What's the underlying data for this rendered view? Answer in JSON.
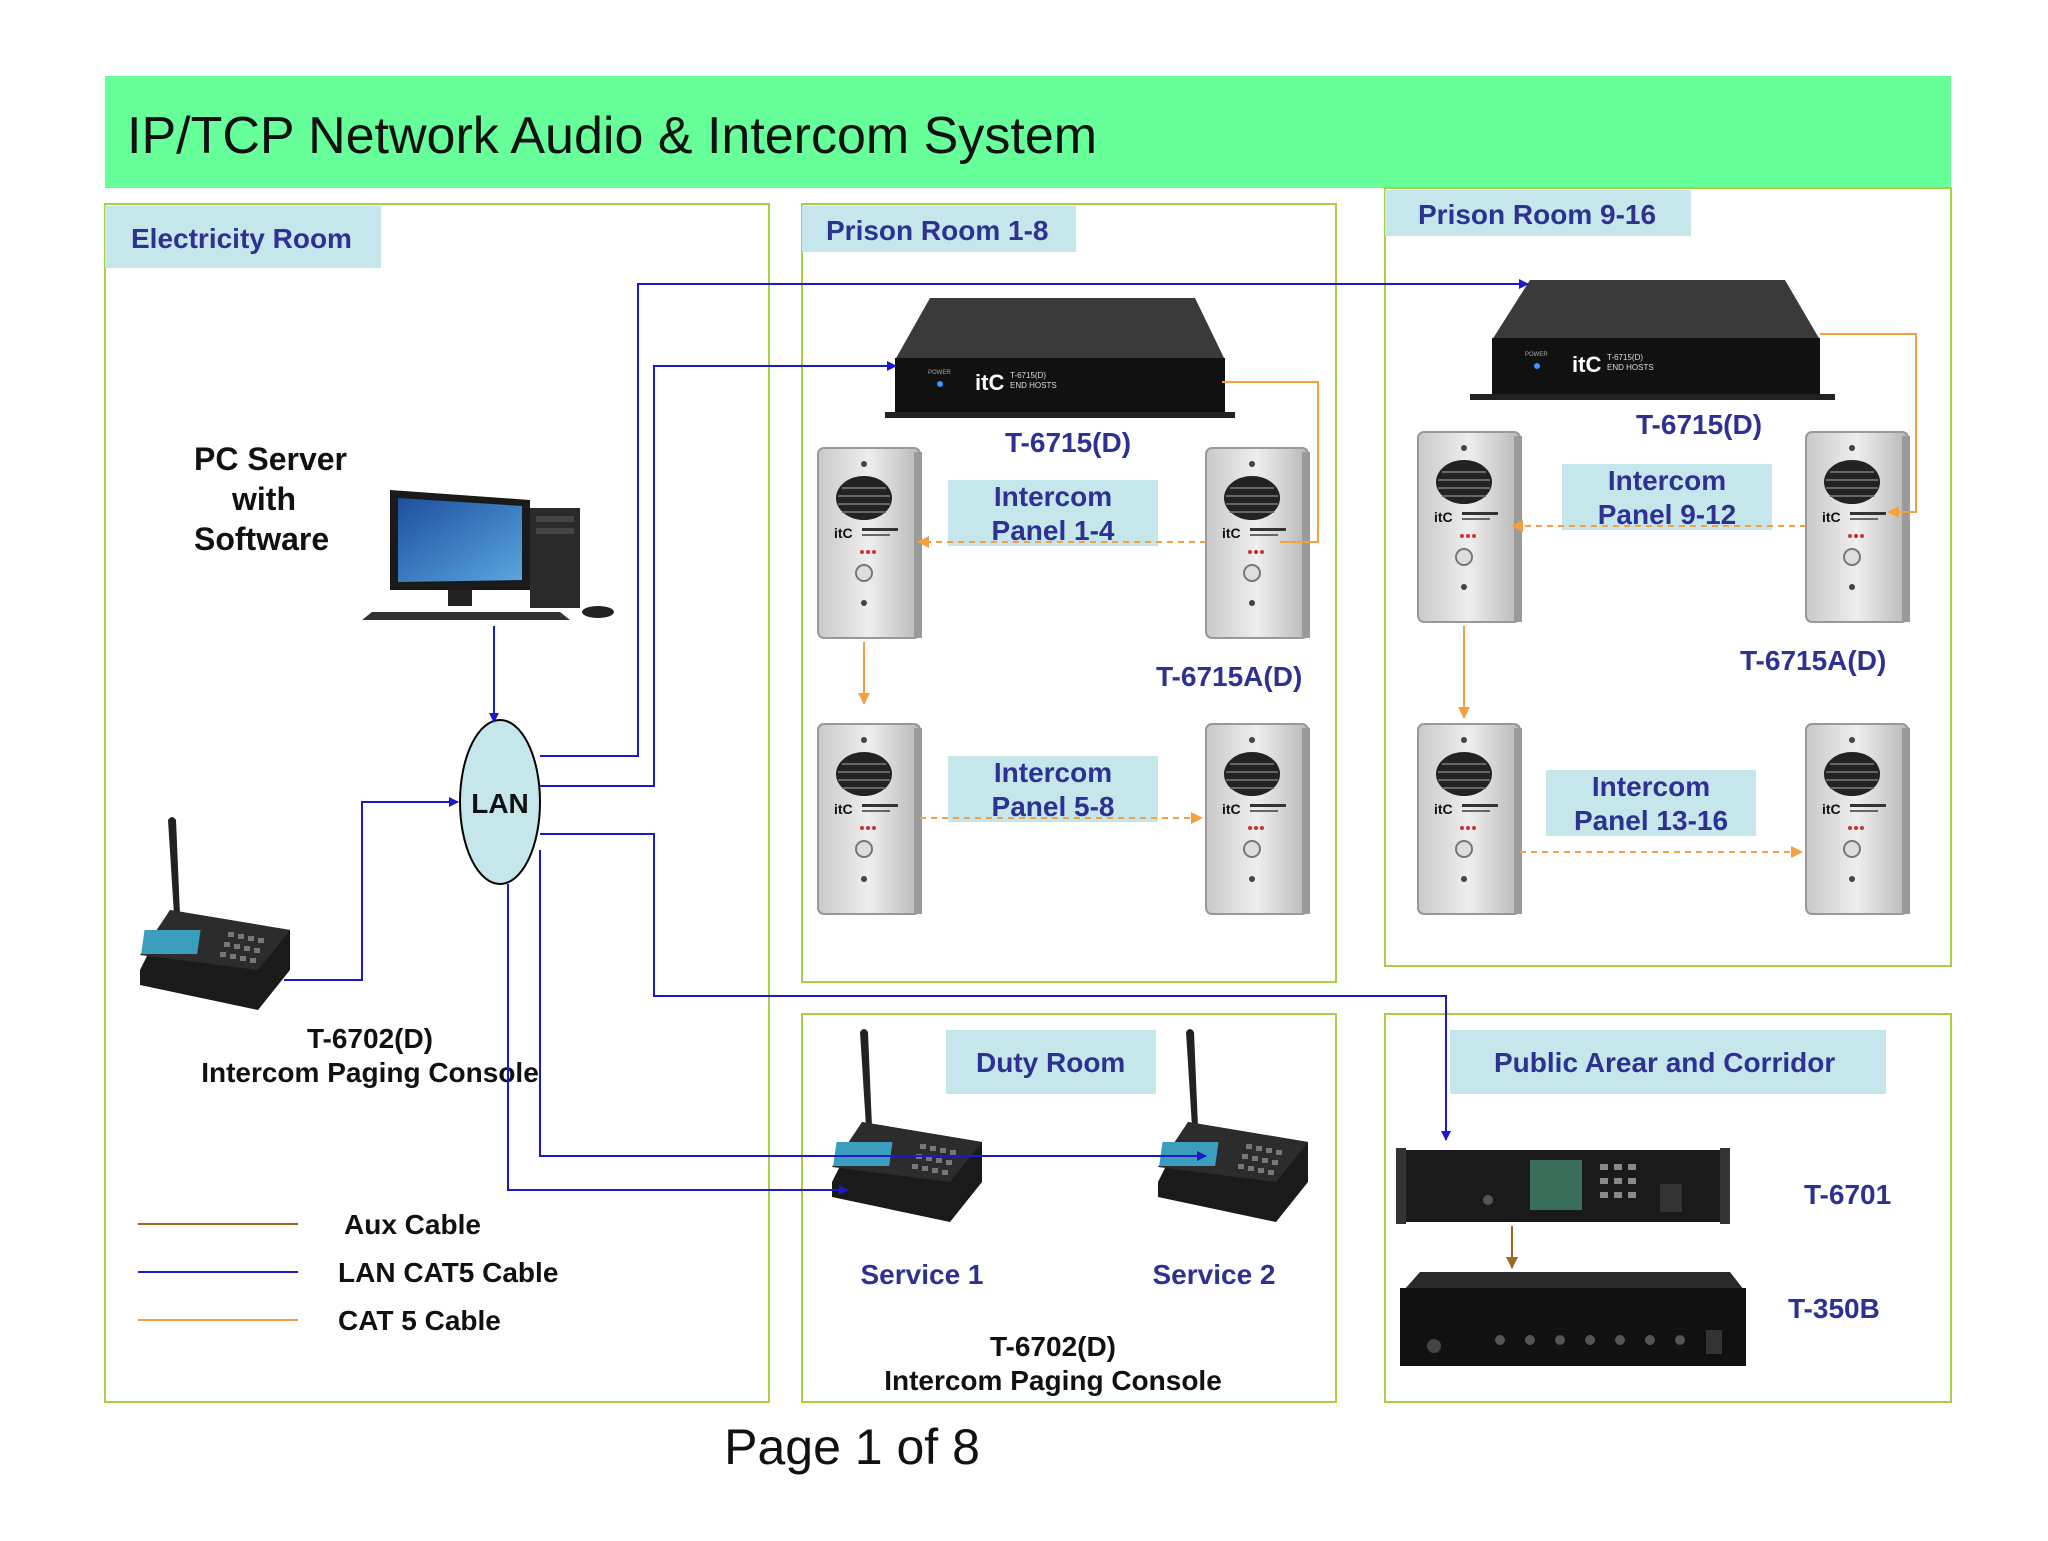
{
  "title": "IP/TCP Network Audio & Intercom System",
  "footer": "Page 1 of 8",
  "colors": {
    "header": "#66ff99",
    "room_border": "#a8cf45",
    "label_bg": "#c5e6ea",
    "label_text": "#2e3192",
    "lan_blue": "#1a1acc",
    "cat5_orange": "#f5a040",
    "aux_brown": "#9c6a1e",
    "lan_fill": "#c5e6ea"
  },
  "rooms": {
    "electricity": "Electricity Room",
    "prison_1_8": "Prison Room 1-8",
    "prison_9_16": "Prison Room 9-16",
    "duty": "Duty Room",
    "public": "Public Arear and Corridor"
  },
  "devices": {
    "pc_line1": "PC Server",
    "pc_line2": "with",
    "pc_line3": "Software",
    "lan": "LAN",
    "console_model": "T-6702(D)",
    "console_desc": "Intercom Paging Console",
    "host_a": "T-6715(D)",
    "host_b": "T-6715(D)",
    "panel_model_a": "T-6715A(D)",
    "panel_model_b": "T-6715A(D)",
    "panel_1_4_l1": "Intercom",
    "panel_1_4_l2": "Panel 1-4",
    "panel_5_8_l1": "Intercom",
    "panel_5_8_l2": "Panel 5-8",
    "panel_9_12_l1": "Intercom",
    "panel_9_12_l2": "Panel 9-12",
    "panel_13_16_l1": "Intercom",
    "panel_13_16_l2": "Panel 13-16",
    "service_1": "Service 1",
    "service_2": "Service 2",
    "duty_console_model": "T-6702(D)",
    "duty_console_desc": "Intercom Paging Console",
    "t6701": "T-6701",
    "t350b": "T-350B",
    "brand": "itC",
    "host_plate": "T-6715(D)",
    "host_plate_sub": "END HOSTS",
    "power": "POWER"
  },
  "legend": {
    "aux": "Aux Cable",
    "lan": "LAN  CAT5 Cable",
    "cat5": "CAT 5 Cable"
  }
}
